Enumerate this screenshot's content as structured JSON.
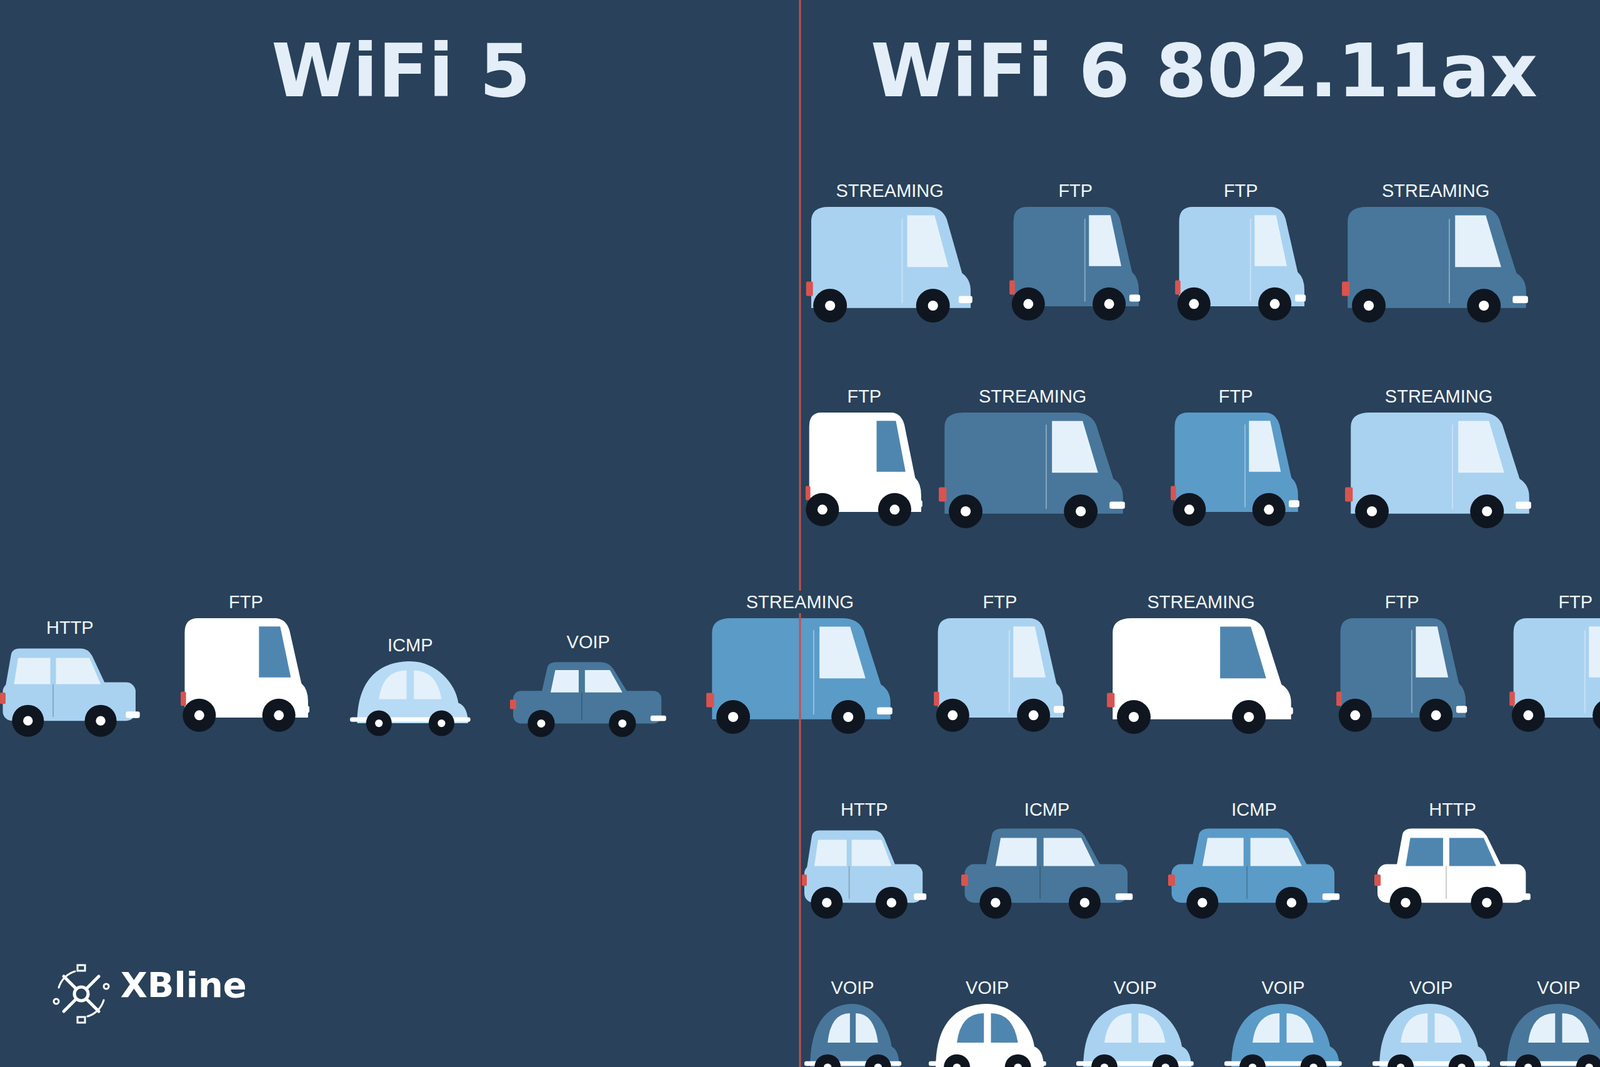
{
  "diagram": {
    "nodes": [
      {
        "text": [
          "HTTP"
        ]
      },
      {
        "text": [
          "FTP"
        ]
      },
      {
        "text": [
          "ICMP"
        ]
      },
      {
        "text": [
          "VOIP"
        ]
      },
      {
        "text": [
          "STREAMING"
        ]
      },
      {
        "text": [
          "STREAMING"
        ]
      },
      {
        "text": [
          "FTP"
        ]
      },
      {
        "text": [
          "FTP"
        ]
      },
      {
        "text": [
          "STREAMING"
        ]
      },
      {
        "text": [
          "FTP"
        ]
      },
      {
        "text": [
          "STREAMING"
        ]
      },
      {
        "text": [
          "FTP"
        ]
      },
      {
        "text": [
          "STREAMING"
        ]
      },
      {
        "text": [
          "FTP"
        ]
      },
      {
        "text": [
          "STREAMING"
        ]
      },
      {
        "text": [
          "FTP"
        ]
      },
      {
        "text": [
          "FTP"
        ]
      },
      {
        "text": [
          "HTTP"
        ]
      },
      {
        "text": [
          "ICMP"
        ]
      },
      {
        "text": [
          "ICMP"
        ]
      },
      {
        "text": [
          "HTTP"
        ]
      },
      {
        "text": [
          "VOIP"
        ]
      },
      {
        "text": [
          "VOIP"
        ]
      },
      {
        "text": [
          "VOIP"
        ]
      },
      {
        "text": [
          "VOIP"
        ]
      },
      {
        "text": [
          "VOIP"
        ]
      },
      {
        "text": [
          "VOIP"
        ]
      }
    ],
    "labels": [
      "WiFi 5",
      "WiFi 6 802.11ax",
      "XBline"
    ]
  }
}
